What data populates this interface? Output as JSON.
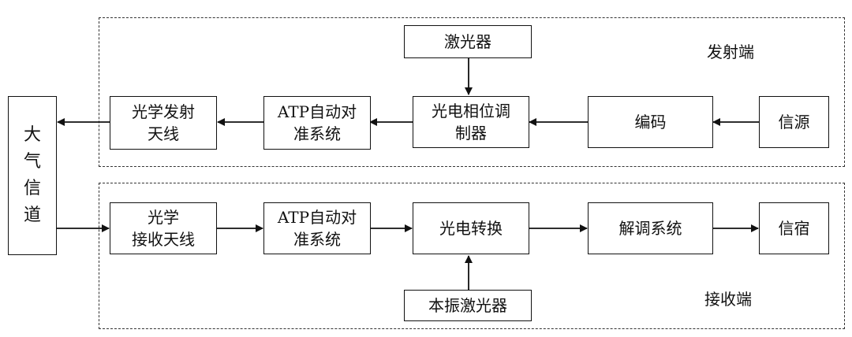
{
  "regions": {
    "transmit": {
      "label": "发射端"
    },
    "receive": {
      "label": "接收端"
    }
  },
  "blocks": {
    "channel": "大\n气\n信\n道",
    "laser": "激光器",
    "tx_antenna": "光学发射\n天线",
    "tx_atp": "ATP自动对\n准系统",
    "modulator": "光电相位调\n制器",
    "encoder": "编码",
    "source": "信源",
    "rx_antenna": "光学\n接收天线",
    "rx_atp": "ATP自动对\n准系统",
    "converter": "光电转换",
    "demod": "解调系统",
    "sink": "信宿",
    "local_laser": "本振激光器"
  }
}
